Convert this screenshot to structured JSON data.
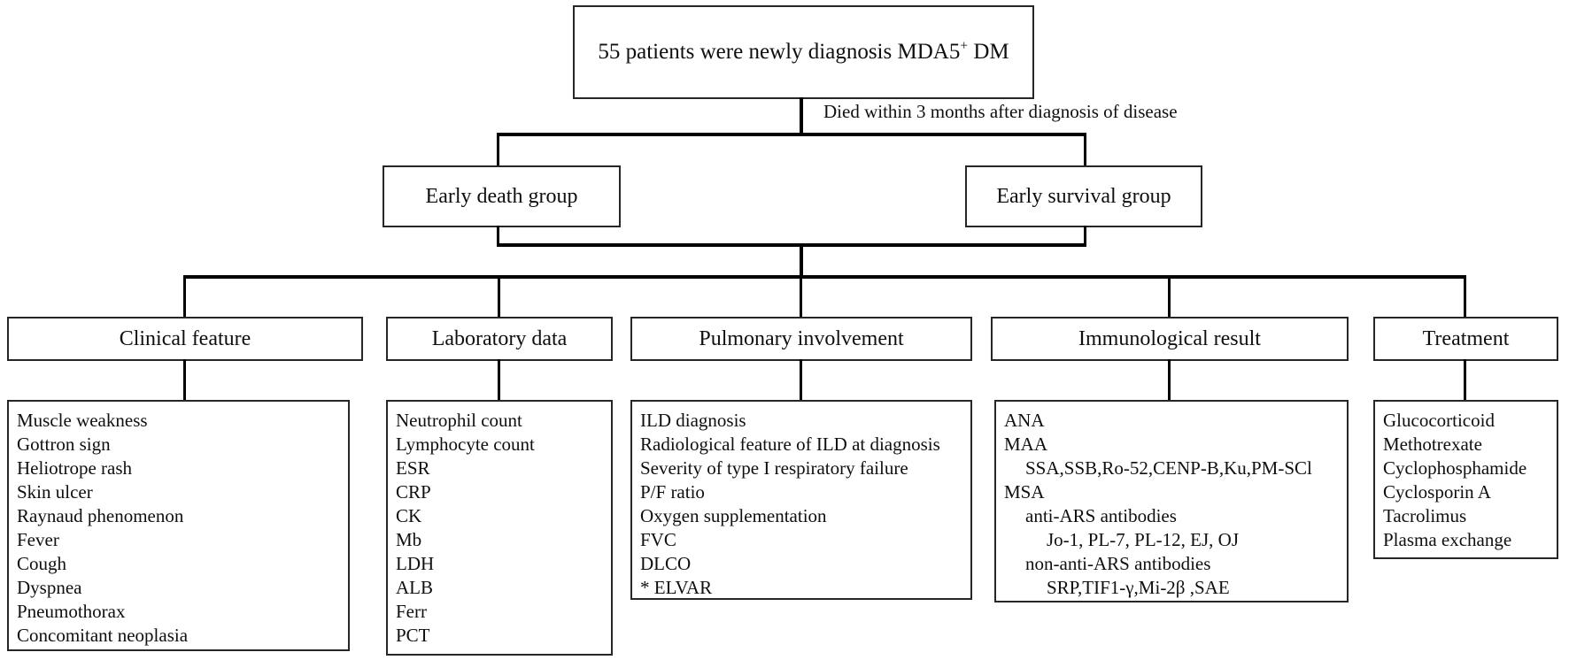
{
  "diagram": {
    "title": {
      "pre": "55 patients were newly diagnosis MDA5",
      "sup": "+",
      "post": " DM"
    },
    "branch_label": "Died within 3 months after diagnosis of disease",
    "groups": [
      {
        "label": "Early death group"
      },
      {
        "label": "Early survival group"
      }
    ],
    "categories": [
      {
        "label": "Clinical feature",
        "items": [
          {
            "text": "Muscle weakness",
            "indent": 0
          },
          {
            "text": "Gottron sign",
            "indent": 0
          },
          {
            "text": "Heliotrope rash",
            "indent": 0
          },
          {
            "text": "Skin ulcer",
            "indent": 0
          },
          {
            "text": "Raynaud phenomenon",
            "indent": 0
          },
          {
            "text": "Fever",
            "indent": 0
          },
          {
            "text": "Cough",
            "indent": 0
          },
          {
            "text": "Dyspnea",
            "indent": 0
          },
          {
            "text": "Pneumothorax",
            "indent": 0
          },
          {
            "text": "Concomitant neoplasia",
            "indent": 0
          }
        ]
      },
      {
        "label": "Laboratory data",
        "items": [
          {
            "text": "Neutrophil count",
            "indent": 0
          },
          {
            "text": "Lymphocyte count",
            "indent": 0
          },
          {
            "text": "ESR",
            "indent": 0
          },
          {
            "text": "CRP",
            "indent": 0
          },
          {
            "text": "CK",
            "indent": 0
          },
          {
            "text": "Mb",
            "indent": 0
          },
          {
            "text": "LDH",
            "indent": 0
          },
          {
            "text": "ALB",
            "indent": 0
          },
          {
            "text": "Ferr",
            "indent": 0
          },
          {
            "text": "PCT",
            "indent": 0
          }
        ]
      },
      {
        "label": "Pulmonary involvement",
        "items": [
          {
            "text": "ILD diagnosis",
            "indent": 0
          },
          {
            "text": "Radiological feature of ILD at diagnosis",
            "indent": 0
          },
          {
            "text": "Severity of type I respiratory failure",
            "indent": 0
          },
          {
            "text": "P/F ratio",
            "indent": 0
          },
          {
            "text": "Oxygen supplementation",
            "indent": 0
          },
          {
            "text": "FVC",
            "indent": 0
          },
          {
            "text": "DLCO",
            "indent": 0
          },
          {
            "text": "* ELVAR",
            "indent": 0
          }
        ]
      },
      {
        "label": "Immunological result",
        "items": [
          {
            "text": "ANA",
            "indent": 0
          },
          {
            "text": "MAA",
            "indent": 0
          },
          {
            "text": "SSA,SSB,Ro-52,CENP-B,Ku,PM-SCl",
            "indent": 1
          },
          {
            "text": "MSA",
            "indent": 0
          },
          {
            "text": "anti-ARS antibodies",
            "indent": 1
          },
          {
            "text": "Jo-1, PL-7, PL-12, EJ, OJ",
            "indent": 2
          },
          {
            "text": "non-anti-ARS antibodies",
            "indent": 1
          },
          {
            "text": "SRP,TIF1-γ,Mi-2β ,SAE",
            "indent": 2
          }
        ]
      },
      {
        "label": "Treatment",
        "items": [
          {
            "text": "Glucocorticoid",
            "indent": 0
          },
          {
            "text": "Methotrexate",
            "indent": 0
          },
          {
            "text": "Cyclophosphamide",
            "indent": 0
          },
          {
            "text": "Cyclosporin A",
            "indent": 0
          },
          {
            "text": "Tacrolimus",
            "indent": 0
          },
          {
            "text": "Plasma exchange",
            "indent": 0
          }
        ]
      }
    ],
    "colors": {
      "line": "#000000",
      "box_border": "#262626",
      "text": "#0f0f0f",
      "background": "#ffffff"
    }
  }
}
